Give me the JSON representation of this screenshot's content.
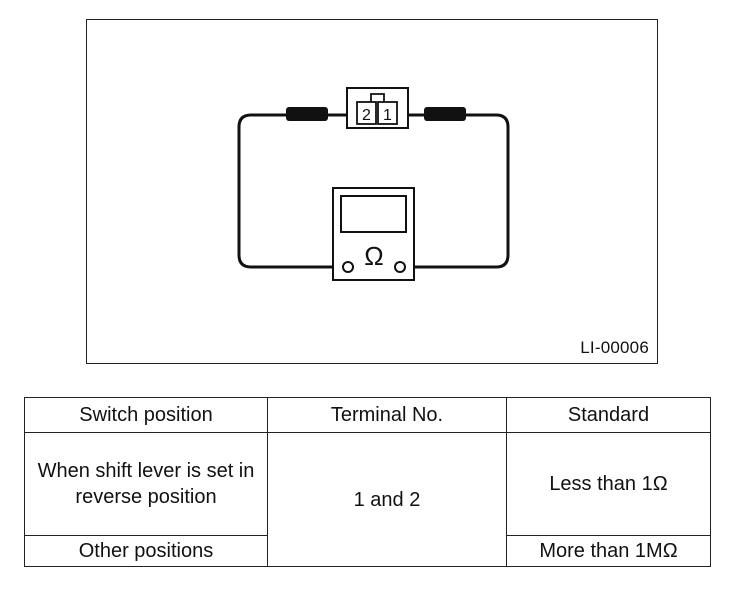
{
  "figure": {
    "code": "LI-00006",
    "connector_pins": [
      "2",
      "1"
    ],
    "meter_symbol": "Ω"
  },
  "table": {
    "headers": [
      "Switch position",
      "Terminal No.",
      "Standard"
    ],
    "rows": [
      {
        "switch_position": "When shift lever is set in reverse position",
        "terminal": "1 and 2",
        "standard": "Less than 1Ω"
      },
      {
        "switch_position": "Other positions",
        "standard": "More than 1MΩ"
      }
    ]
  }
}
